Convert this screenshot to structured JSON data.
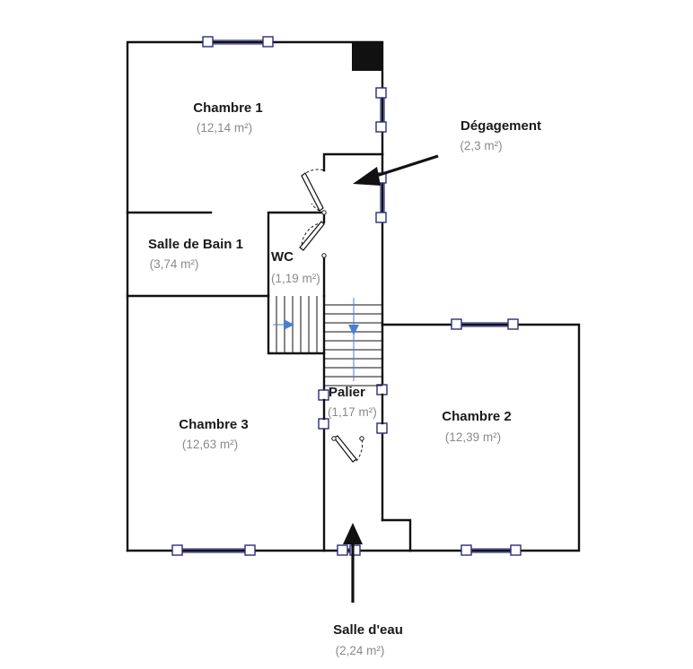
{
  "rooms": {
    "chambre1": {
      "name": "Chambre 1",
      "area": "(12,14 m²)"
    },
    "degagement": {
      "name": "Dégagement",
      "area": "(2,3 m²)"
    },
    "sdb1": {
      "name": "Salle de Bain 1",
      "area": "(3,74 m²)"
    },
    "wc": {
      "name": "WC",
      "area": "(1,19 m²)"
    },
    "palier": {
      "name": "Palier",
      "area": "(1,17 m²)"
    },
    "chambre2": {
      "name": "Chambre 2",
      "area": "(12,39 m²)"
    },
    "chambre3": {
      "name": "Chambre 3",
      "area": "(12,63 m²)"
    },
    "salle_eau": {
      "name": "Salle d'eau",
      "area": "(2,24 m²)"
    }
  },
  "colors": {
    "wall": "#111111",
    "window": "#2c2c7a",
    "stair_arrow": "#4a7fd0",
    "area_text": "#8a8a8a"
  }
}
